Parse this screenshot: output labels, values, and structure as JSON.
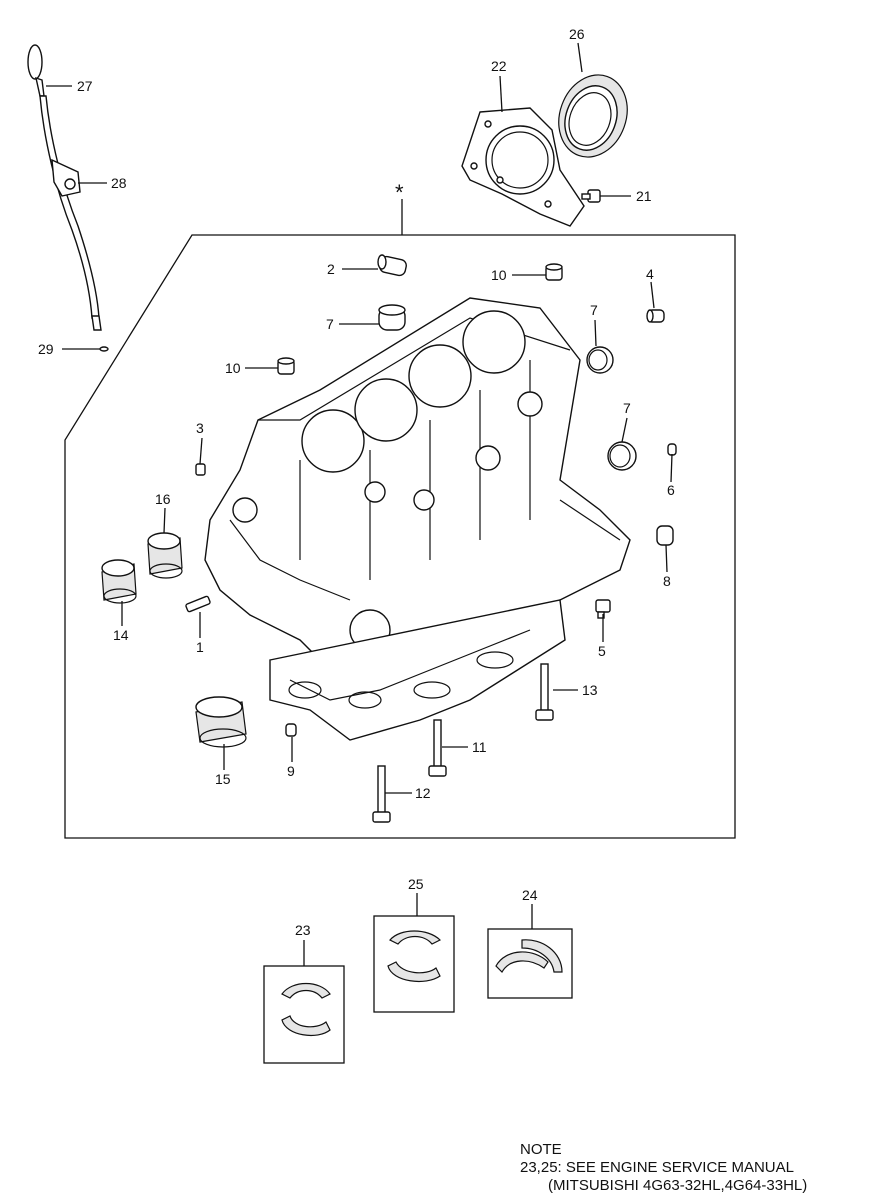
{
  "callouts": {
    "c27": "27",
    "c28": "28",
    "c29": "29",
    "c22": "22",
    "c26": "26",
    "c21": "21",
    "asterisk": "*",
    "c2": "2",
    "c10a": "10",
    "c4": "4",
    "c7a": "7",
    "c7b": "7",
    "c10b": "10",
    "c7c": "7",
    "c3": "3",
    "c6": "6",
    "c16": "16",
    "c8": "8",
    "c14": "14",
    "c1": "1",
    "c5": "5",
    "c13": "13",
    "c15": "15",
    "c9": "9",
    "c11": "11",
    "c12": "12",
    "c25": "25",
    "c24": "24",
    "c23": "23"
  },
  "note": {
    "heading": "NOTE",
    "line1": "23,25: SEE ENGINE SERVICE MANUAL",
    "line2": "(MITSUBISHI 4G63-32HL,4G64-33HL)"
  }
}
